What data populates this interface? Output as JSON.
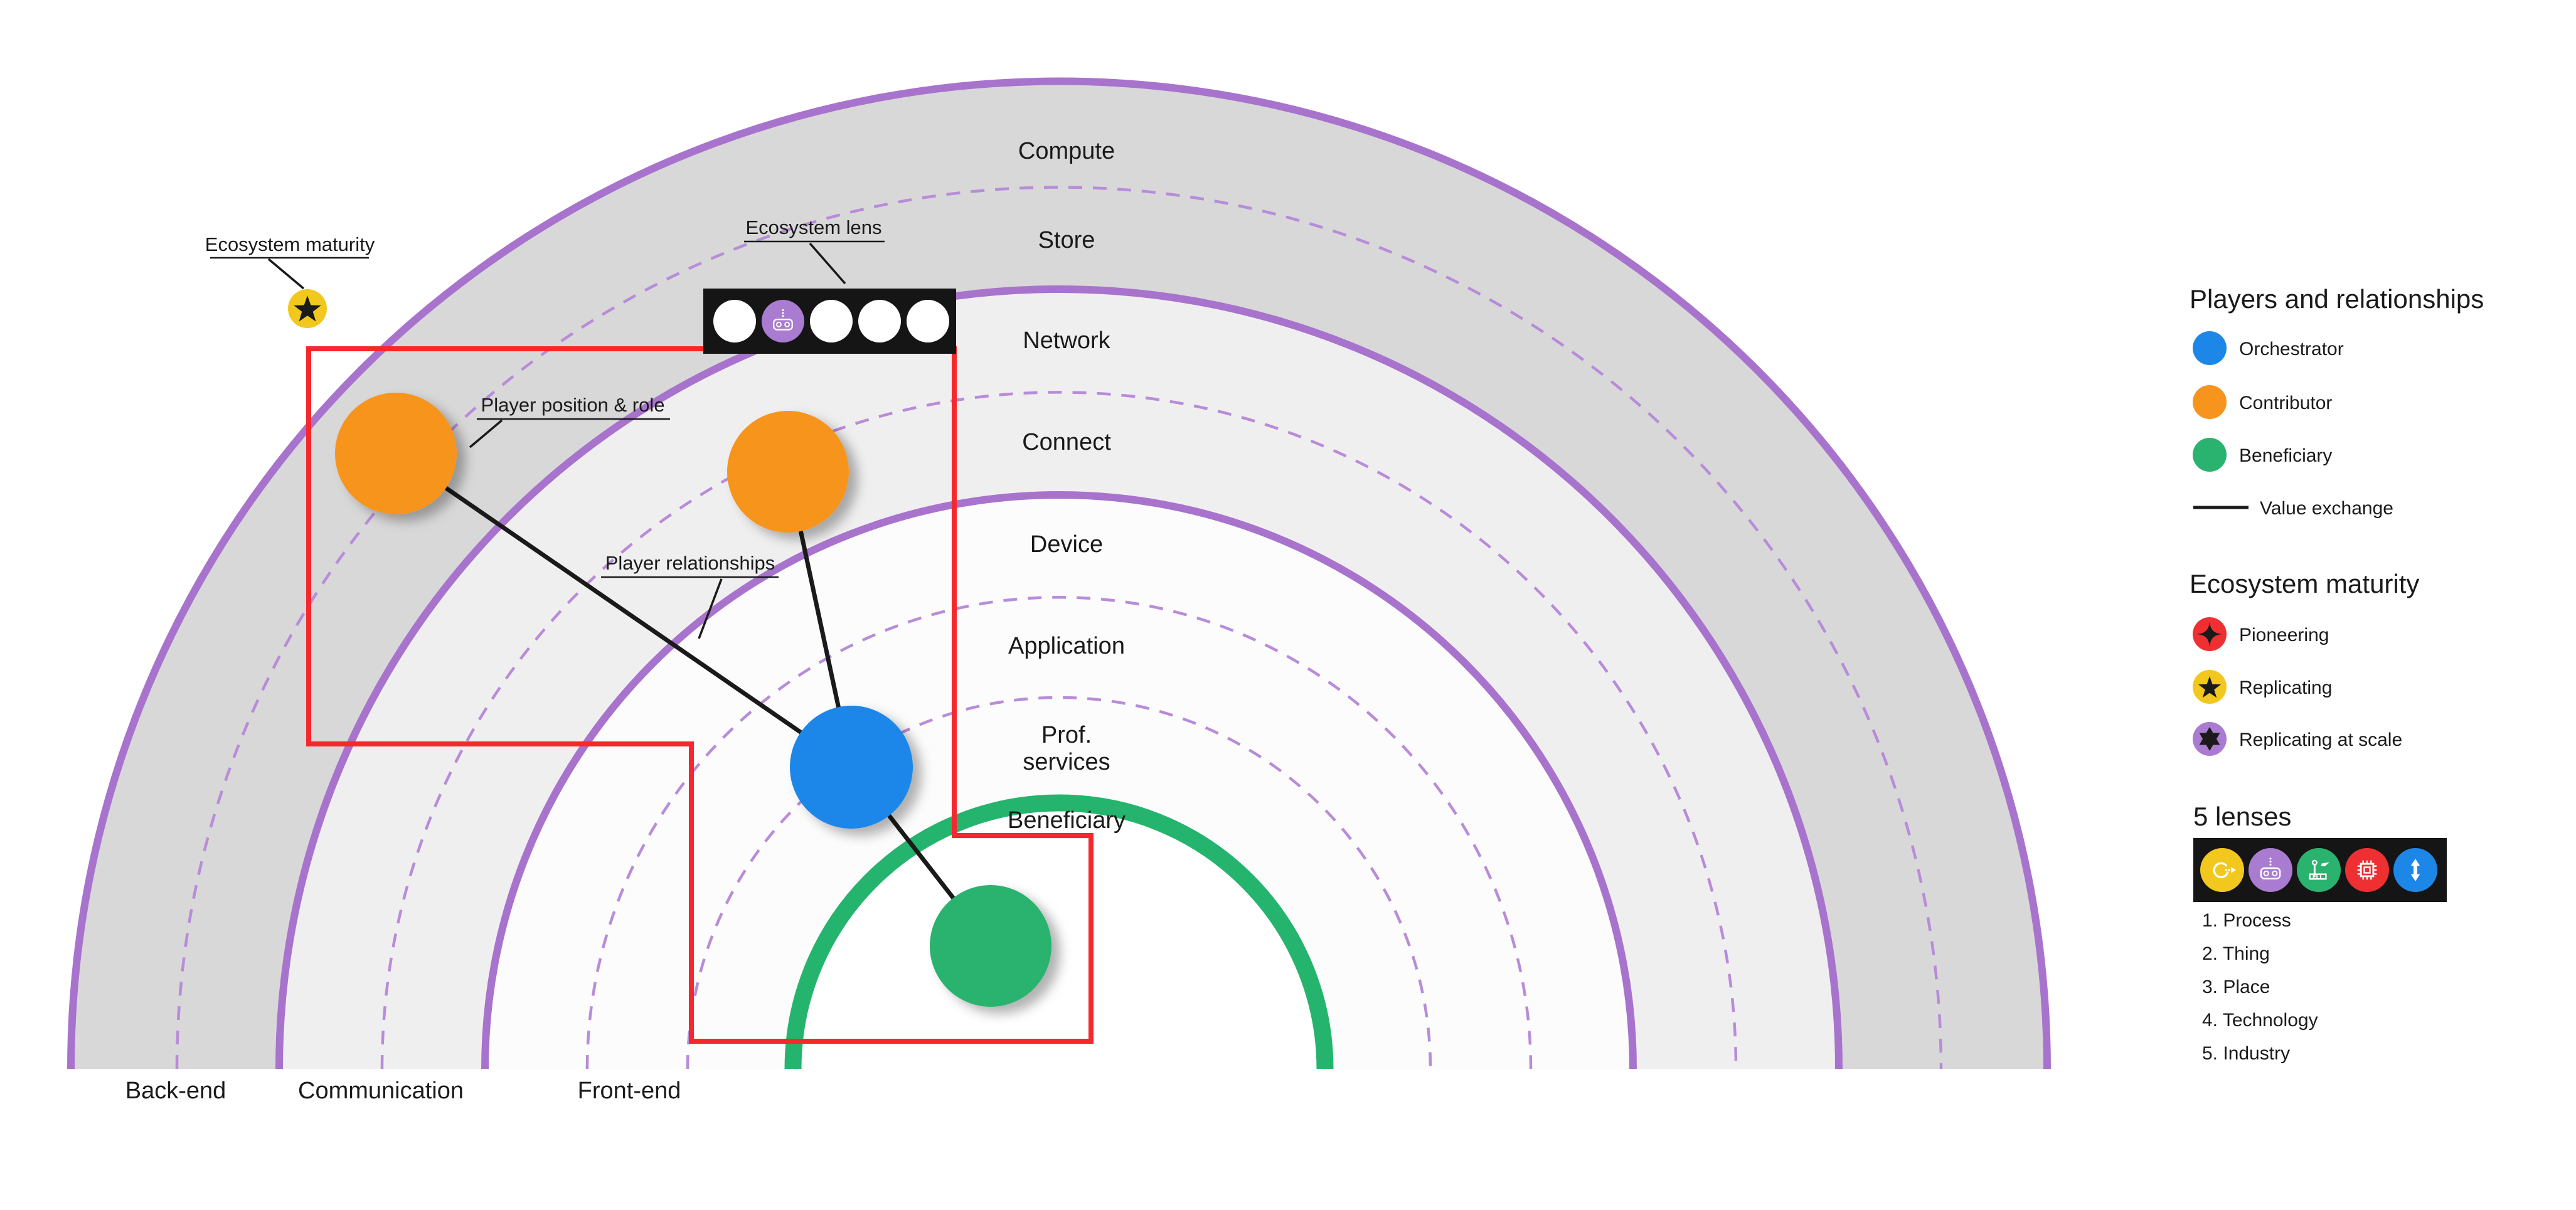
{
  "colors": {
    "ring_solid": "#a873cd",
    "ring_dashed": "#b88cd9",
    "band_backend": "#d8d8d8",
    "band_communication": "#f0eff0",
    "band_frontend": "#fcfcfc",
    "band_beneficiary": "#ffffff",
    "beneficiary_arc": "#25b46d",
    "focus_outline": "#f5282d",
    "lens_box": "#151515",
    "lens_circle_default": "#ffffff",
    "value_exchange_line": "#1a1a1a"
  },
  "diagram": {
    "rings": [
      {
        "label": "Compute"
      },
      {
        "label": "Store"
      },
      {
        "label": "Network"
      },
      {
        "label": "Connect"
      },
      {
        "label": "Device"
      },
      {
        "label": "Application"
      },
      {
        "l1": "Prof.",
        "l2": "services"
      },
      {
        "label": "Beneficiary"
      }
    ],
    "sectors": [
      {
        "label": "Back-end"
      },
      {
        "label": "Communication"
      },
      {
        "label": "Front-end"
      }
    ],
    "annotations": {
      "maturity_label": "Ecosystem maturity",
      "lens_label": "Ecosystem lens",
      "position_label": "Player position & role",
      "relationships_label": "Player relationships"
    }
  },
  "legend": {
    "players": {
      "title": "Players and relationships",
      "items": [
        {
          "label": "Orchestrator",
          "color": "#1d87e8"
        },
        {
          "label": "Contributor",
          "color": "#f7941e"
        },
        {
          "label": "Beneficiary",
          "color": "#2ab36e"
        }
      ],
      "value_exchange_label": "Value exchange"
    },
    "maturity": {
      "title": "Ecosystem maturity",
      "items": [
        {
          "label": "Pioneering",
          "color": "#ee3032",
          "star": "four-point-star"
        },
        {
          "label": "Replicating",
          "color": "#f2c81e",
          "star": "five-point-star"
        },
        {
          "label": "Replicating at scale",
          "color": "#a97bd1",
          "star": "six-point-star"
        }
      ]
    },
    "lenses": {
      "title": "5 lenses",
      "items": [
        {
          "label": "1. Process",
          "color": "#f2c81e",
          "icon": "process-cycle-icon"
        },
        {
          "label": "2. Thing",
          "color": "#a97bd1",
          "icon": "vr-goggles-icon"
        },
        {
          "label": "3. Place",
          "color": "#2ab36e",
          "icon": "airport-icon"
        },
        {
          "label": "4. Technology",
          "color": "#ee3032",
          "icon": "chip-icon"
        },
        {
          "label": "5. Industry",
          "color": "#1d87e8",
          "icon": "vertical-arrows-icon"
        }
      ]
    }
  }
}
